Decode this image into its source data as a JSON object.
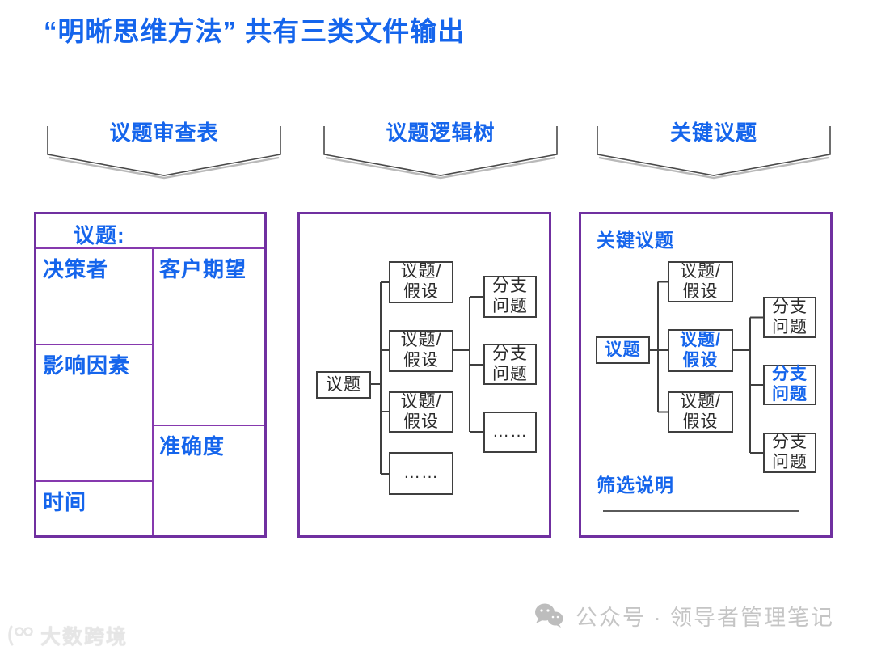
{
  "title": "“明晰思维方法” 共有三类文件输出",
  "banners": [
    {
      "label": "议题审查表"
    },
    {
      "label": "议题逻辑树"
    },
    {
      "label": "关键议题"
    }
  ],
  "review_table": {
    "header": "议题:",
    "cells": {
      "decision_maker": "决策者",
      "customer_expectation": "客户期望",
      "influencing_factors": "影响因素",
      "accuracy": "准确度",
      "time": "时间"
    }
  },
  "logic_tree": {
    "root": "议题",
    "level1": [
      "议题/\n假设",
      "议题/\n假设",
      "议题/\n假设",
      "……"
    ],
    "level2": [
      "分支\n问题",
      "分支\n问题",
      "……"
    ]
  },
  "key_issues": {
    "panel_label": "关键议题",
    "root": "议题",
    "level1": [
      {
        "label": "议题/\n假设",
        "highlight": false
      },
      {
        "label": "议题/\n假设",
        "highlight": true
      },
      {
        "label": "议题/\n假设",
        "highlight": false
      }
    ],
    "level2": [
      {
        "label": "分支\n问题",
        "highlight": false
      },
      {
        "label": "分支\n问题",
        "highlight": true
      },
      {
        "label": "分支\n问题",
        "highlight": false
      }
    ],
    "filter_note": "筛选说明"
  },
  "watermarks": {
    "left_logo_text": "大数跨境",
    "right_text": "公众号 · 领导者管理笔记"
  },
  "colors": {
    "accent_blue": "#1565EC",
    "panel_purple": "#7030A0",
    "box_border": "#3F3F3F",
    "watermark_gray": "#C5C5C5"
  }
}
